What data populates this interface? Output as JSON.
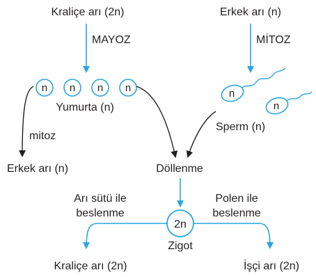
{
  "diagram": {
    "queen_top": "Kraliçe arı (2n)",
    "male_top": "Erkek arı (n)",
    "meiosis": "MAYOZ",
    "mitosis_upper": "MİTOZ",
    "eggs": [
      "n",
      "n",
      "n",
      "n"
    ],
    "egg_label": "Yumurta (n)",
    "sperm_cells": [
      "n",
      "n"
    ],
    "sperm_label": "Sperm (n)",
    "mitosis_lower": "mitoz",
    "male_bottom": "Erkek arı (n)",
    "fertilization": "Döllenme",
    "royal_jelly_line1": "Arı sütü ile",
    "royal_jelly_line2": "beslenme",
    "pollen_line1": "Polen ile",
    "pollen_line2": "beslenme",
    "zygote_ploidy": "2n",
    "zygote_label": "Zigot",
    "queen_bottom": "Kraliçe arı (2n)",
    "worker_bottom": "İşçi arı (2n)",
    "colors": {
      "arrow_blue": "#29a6df",
      "arrow_black": "#231f20",
      "cell_outline": "#29a6df",
      "text": "#231f20"
    }
  }
}
